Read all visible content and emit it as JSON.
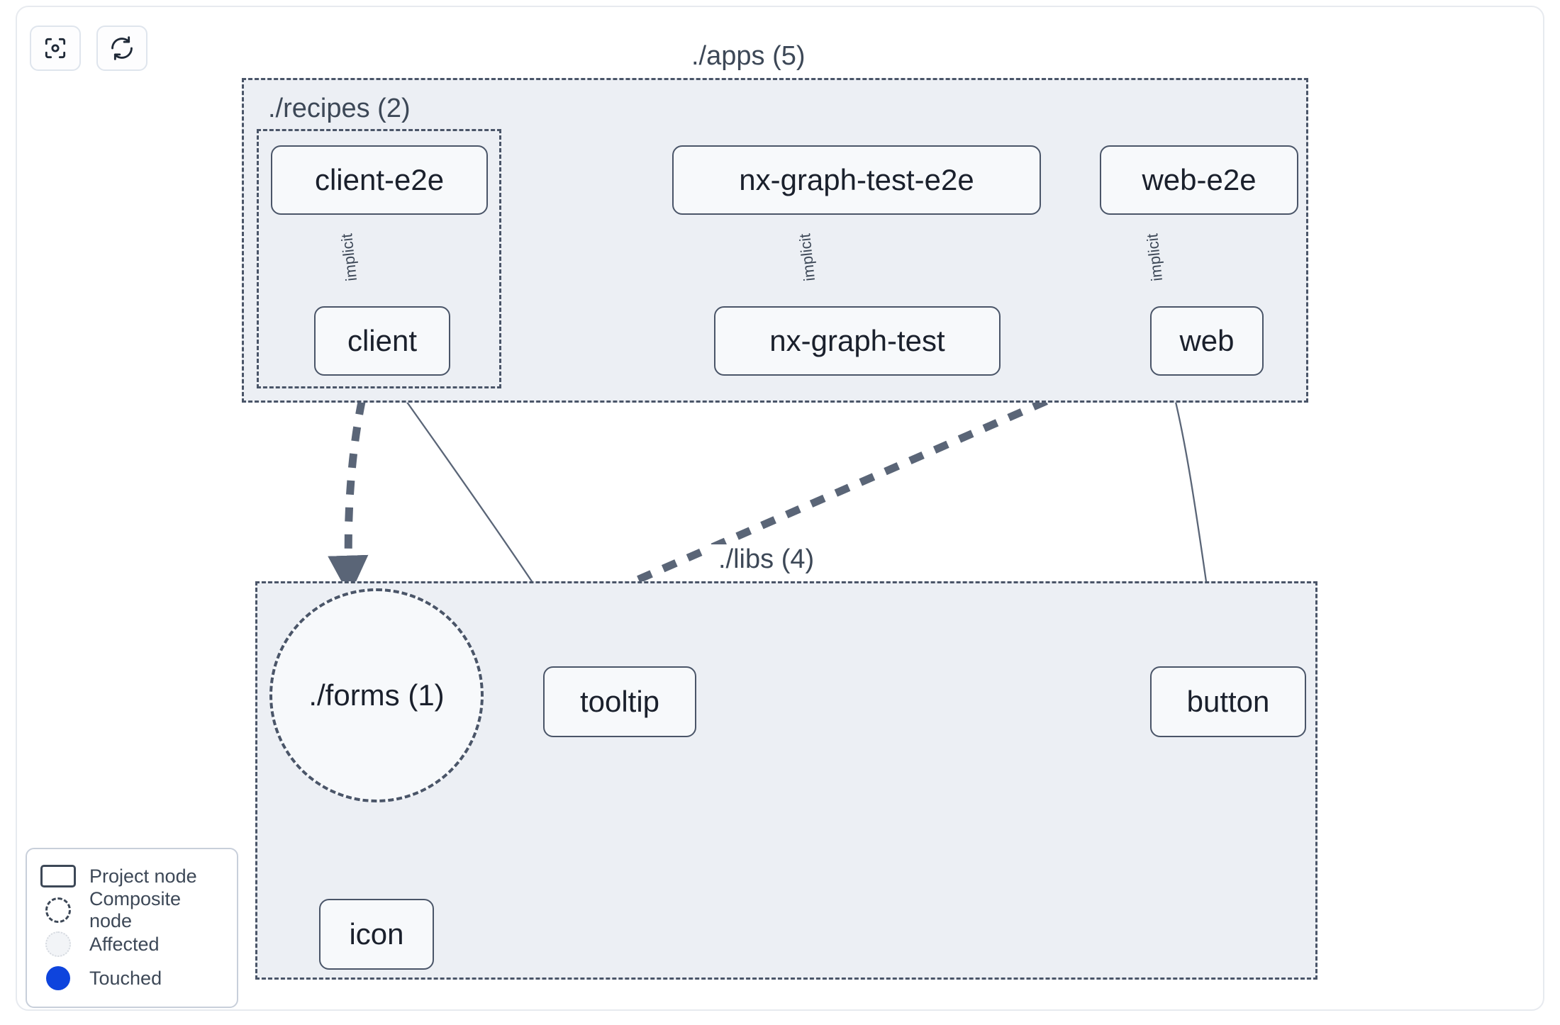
{
  "toolbar": {
    "buttons": [
      {
        "name": "focus-target-button",
        "icon": "focus-target-icon",
        "title": "Focus"
      },
      {
        "name": "refresh-button",
        "icon": "refresh-icon",
        "title": "Refresh"
      }
    ]
  },
  "graph": {
    "groups": [
      {
        "id": "apps",
        "label": "./apps (5)",
        "count": 5,
        "label_position": "top-border-center"
      },
      {
        "id": "recipes",
        "label": "./recipes (2)",
        "count": 2,
        "label_position": "inside-top-left"
      },
      {
        "id": "libs",
        "label": "./libs (4)",
        "count": 4,
        "label_position": "top-border-center"
      }
    ],
    "nodes": [
      {
        "id": "client-e2e",
        "label": "client-e2e",
        "type": "project",
        "group": "recipes"
      },
      {
        "id": "nx-graph-test-e2e",
        "label": "nx-graph-test-e2e",
        "type": "project",
        "group": "apps"
      },
      {
        "id": "web-e2e",
        "label": "web-e2e",
        "type": "project",
        "group": "apps"
      },
      {
        "id": "client",
        "label": "client",
        "type": "project",
        "group": "recipes"
      },
      {
        "id": "nx-graph-test",
        "label": "nx-graph-test",
        "type": "project",
        "group": "apps"
      },
      {
        "id": "web",
        "label": "web",
        "type": "project",
        "group": "apps"
      },
      {
        "id": "forms",
        "label": "./forms (1)",
        "type": "composite",
        "group": "libs"
      },
      {
        "id": "tooltip",
        "label": "tooltip",
        "type": "project",
        "group": "libs"
      },
      {
        "id": "button",
        "label": "button",
        "type": "project",
        "group": "libs"
      },
      {
        "id": "icon",
        "label": "icon",
        "type": "project",
        "group": "libs"
      }
    ],
    "edges": [
      {
        "from": "client-e2e",
        "to": "client",
        "label": "implicit",
        "style": "solid-thin"
      },
      {
        "from": "nx-graph-test-e2e",
        "to": "nx-graph-test",
        "label": "implicit",
        "style": "solid-thin"
      },
      {
        "from": "web-e2e",
        "to": "web",
        "label": "implicit",
        "style": "solid-thin"
      },
      {
        "from": "client",
        "to": "forms",
        "label": "",
        "style": "dashed-thick"
      },
      {
        "from": "client",
        "to": "tooltip",
        "label": "",
        "style": "solid-thin"
      },
      {
        "from": "web",
        "to": "forms",
        "label": "",
        "style": "dashed-thick"
      },
      {
        "from": "web",
        "to": "button",
        "label": "",
        "style": "solid-thin"
      },
      {
        "from": "forms",
        "to": "icon",
        "label": "",
        "style": "dashed-thick"
      }
    ]
  },
  "legend": {
    "items": [
      {
        "label": "Project node",
        "swatch": "project-node-swatch"
      },
      {
        "label": "Composite node",
        "swatch": "composite-node-swatch"
      },
      {
        "label": "Affected",
        "swatch": "affected-swatch"
      },
      {
        "label": "Touched",
        "swatch": "touched-swatch"
      }
    ]
  },
  "colors": {
    "group_fill": "#eceff4",
    "group_border": "#4a5568",
    "node_fill": "#f7f9fb",
    "node_border": "#4a5568",
    "node_text": "#1a202c",
    "edge": "#5a6577",
    "touched": "#0e44dd",
    "panel_border": "#e7eaef"
  }
}
